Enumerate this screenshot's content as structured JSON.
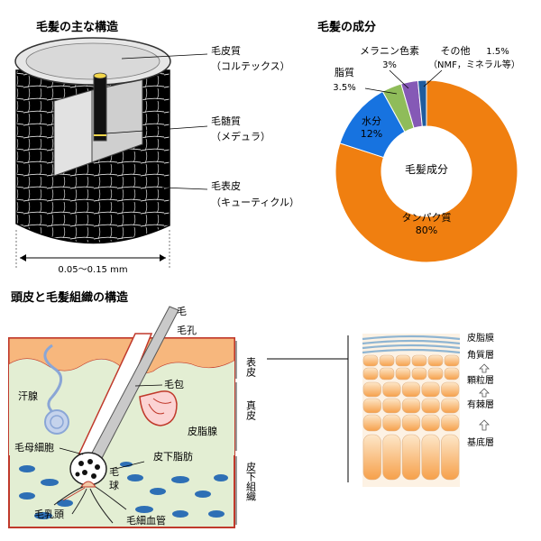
{
  "hair_structure": {
    "title": "毛髪の主な構造",
    "cortex_label": "毛皮質",
    "cortex_sub": "（コルテックス）",
    "medulla_label": "毛髄質",
    "medulla_sub": "（メデュラ）",
    "cuticle_label": "毛表皮",
    "cuticle_sub": "（キューティクル）",
    "diameter": "0.05～0.15 mm"
  },
  "hair_components": {
    "title": "毛髪の成分",
    "center_label": "毛髪成分",
    "slices": [
      {
        "name": "タンパク質",
        "value": 80,
        "display": "80%",
        "color": "#f07f10"
      },
      {
        "name": "水分",
        "value": 12,
        "display": "12%",
        "color": "#1773e0"
      },
      {
        "name": "脂質",
        "value": 3.5,
        "display": "3.5%",
        "color": "#8fbc5a"
      },
      {
        "name": "メラニン色素",
        "value": 3,
        "display": "3%",
        "color": "#8559b6"
      },
      {
        "name": "その他",
        "value": 1.5,
        "display": "1.5%",
        "color": "#1f5c9e",
        "note": "（NMF，ミネラル等）"
      }
    ]
  },
  "scalp": {
    "title": "頭皮と毛髪組織の構造",
    "hair": "毛",
    "pore": "毛孔",
    "follicle": "毛包",
    "sweat_gland": "汗腺",
    "sebaceous_gland": "皮脂腺",
    "subcutaneous_fat": "皮下脂肪",
    "matrix_cell": "毛母細胞",
    "bulb": "毛球",
    "papilla": "毛乳頭",
    "capillary": "毛細血管",
    "epidermis": "表皮",
    "dermis": "真皮",
    "subcutis": "皮下組織"
  },
  "epidermis_layers": {
    "sebum_film": "皮脂膜",
    "stratum_corneum": "角質層",
    "stratum_granulosum": "顆粒層",
    "stratum_spinosum": "有棘層",
    "stratum_basale": "基底層"
  }
}
